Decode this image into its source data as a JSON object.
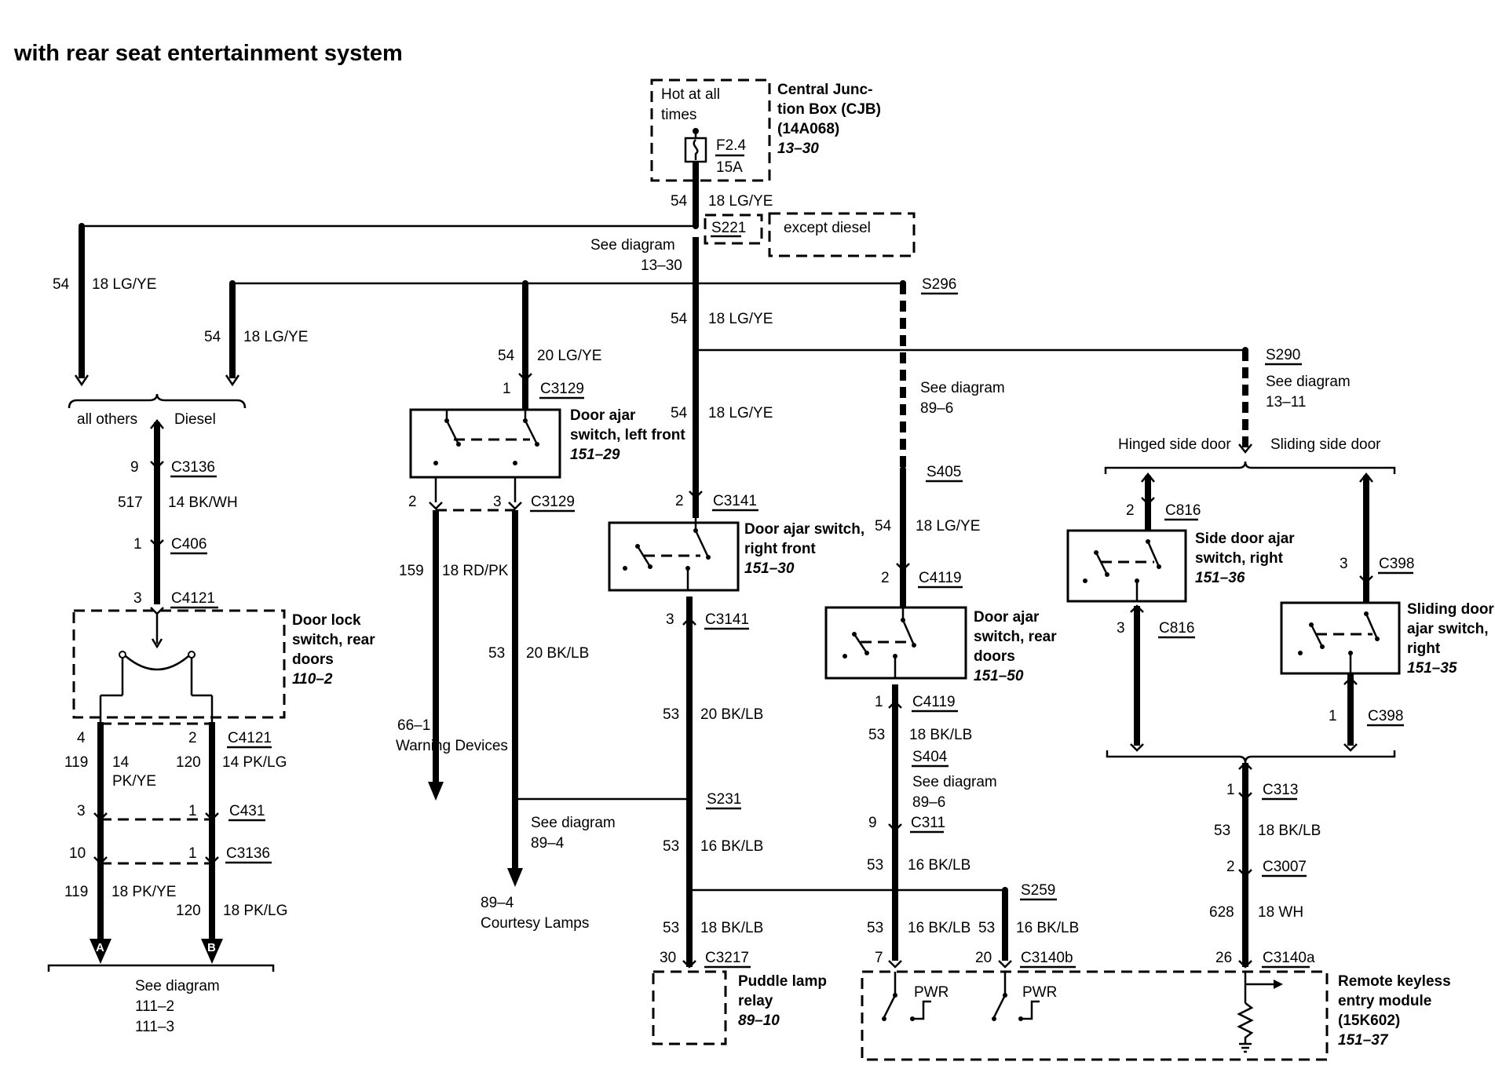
{
  "title": "with rear seat entertainment system",
  "cjb": {
    "hot": [
      "Hot at all",
      "times"
    ],
    "fuse": [
      "F2.4",
      "15A"
    ],
    "name": [
      "Central Junc-",
      "tion Box (CJB)",
      "(14A068)"
    ],
    "ref": "13–30"
  },
  "main_feed": {
    "circuit": "54",
    "wire": "18 LG/YE",
    "splice": "S221",
    "note": "except diesel",
    "see": [
      "See diagram",
      "13–30"
    ]
  },
  "left_feed": {
    "circuit": "54",
    "wire": "18 LG/YE"
  },
  "diesel_feed": {
    "circuit": "54",
    "wire": "18 LG/YE"
  },
  "variants": {
    "all_others": "all others",
    "diesel": "Diesel"
  },
  "door_lock": {
    "c1_pin": "9",
    "c1": "C3136",
    "circuit": "517",
    "wire": "14 BK/WH",
    "c2_pin": "1",
    "c2": "C406",
    "c3_pin": "3",
    "c3": "C4121",
    "name": [
      "Door lock",
      "switch, rear",
      "doors"
    ],
    "ref": "110–2",
    "out_pin_l": "4",
    "out_pin_r": "2",
    "out_conn": "C4121",
    "l_circuit": "119",
    "l_wire": [
      "14",
      "PK/YE"
    ],
    "r_circuit": "120",
    "r_wire": "14 PK/LG",
    "m_pin_l": "3",
    "m_pin_r": "1",
    "m_conn": "C431",
    "b_pin_l": "10",
    "b_pin_r": "1",
    "b_conn": "C3136",
    "l2_circuit": "119",
    "l2_wire": "18 PK/YE",
    "r2_circuit": "120",
    "r2_wire": "18 PK/LG",
    "arrow_a": "A",
    "arrow_b": "B",
    "see": [
      "See diagram",
      "111–2",
      "111–3"
    ]
  },
  "lf_switch": {
    "in_circuit": "54",
    "in_wire": "20 LG/YE",
    "pin": "1",
    "conn": "C3129",
    "name": [
      "Door ajar",
      "switch, left front"
    ],
    "ref": "151–29",
    "out_pin_l": "2",
    "out_pin_r": "3",
    "out_conn": "C3129",
    "l_circuit": "159",
    "l_wire": "18 RD/PK",
    "r_circuit": "53",
    "r_wire": "20 BK/LB",
    "warn": [
      "66–1",
      "Warning Devices"
    ],
    "see": [
      "See diagram",
      "89–4"
    ],
    "court": [
      "89–4",
      "Courtesy Lamps"
    ]
  },
  "rf_switch": {
    "feed1_circuit": "54",
    "feed1_wire": "18 LG/YE",
    "feed2_circuit": "54",
    "feed2_wire": "18 LG/YE",
    "pin": "2",
    "conn": "C3141",
    "name": [
      "Door ajar switch,",
      "right front"
    ],
    "ref": "151–30",
    "out_pin": "3",
    "out_conn": "C3141",
    "o_circuit": "53",
    "o_wire": "20 BK/LB",
    "splice": "S231",
    "b_circuit": "53",
    "b_wire": "16 BK/LB",
    "c_circuit": "53",
    "c_wire": "18 BK/LB",
    "relay_pin": "30",
    "relay_conn": "C3217",
    "relay_name": [
      "Puddle lamp",
      "relay"
    ],
    "relay_ref": "89–10"
  },
  "rear_switch": {
    "splice1": "S296",
    "see1": [
      "See diagram",
      "89–6"
    ],
    "splice2": "S405",
    "circuit": "54",
    "wire": "18 LG/YE",
    "pin": "2",
    "conn": "C4119",
    "name": [
      "Door ajar",
      "switch, rear",
      "doors"
    ],
    "ref": "151–50",
    "out_pin": "1",
    "out_conn": "C4119",
    "o_circuit": "53",
    "o_wire": "18 BK/LB",
    "splice3": "S404",
    "see2": [
      "See diagram",
      "89–6"
    ],
    "c_pin": "9",
    "c_conn": "C311",
    "b_circuit": "53",
    "b_wire": "16 BK/LB",
    "splice4": "S259",
    "d_circuit": "53",
    "d_wire": "16 BK/LB",
    "e_circuit": "53",
    "e_wire": "16 BK/LB",
    "pin7": "7",
    "pin20": "20",
    "conn_b": "C3140b"
  },
  "side_doors": {
    "splice": "S290",
    "see": [
      "See diagram",
      "13–11"
    ],
    "hinged": "Hinged side door",
    "sliding": "Sliding side door",
    "h_pin": "2",
    "h_conn": "C816",
    "h_name": [
      "Side door ajar",
      "switch, right"
    ],
    "h_ref": "151–36",
    "h_out_pin": "3",
    "h_out_conn": "C816",
    "s_pin": "3",
    "s_conn": "C398",
    "s_name": [
      "Sliding door",
      "ajar switch,",
      "right"
    ],
    "s_ref": "151–35",
    "s_out_pin": "1",
    "s_out_conn": "C398",
    "m_pin": "1",
    "m_conn": "C313",
    "m_circuit": "53",
    "m_wire": "18 BK/LB",
    "n_pin": "2",
    "n_conn": "C3007",
    "w_circuit": "628",
    "w_wire": "18 WH",
    "r_pin": "26",
    "r_conn": "C3140a"
  },
  "rke": {
    "name": [
      "Remote keyless",
      "entry module",
      "(15K602)"
    ],
    "ref": "151–37",
    "pwr": "PWR"
  }
}
